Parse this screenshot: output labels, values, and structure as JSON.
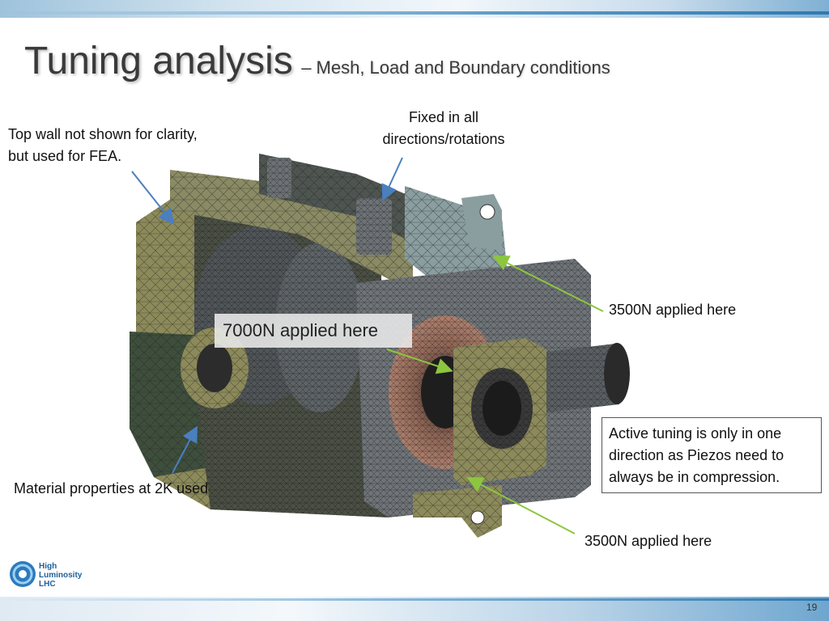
{
  "slide": {
    "title": "Tuning analysis",
    "subtitle": "– Mesh, Load and Boundary conditions",
    "page_number": "19"
  },
  "annotations": {
    "top_wall_line1": "Top wall not shown for clarity,",
    "top_wall_line2": "but used for FEA.",
    "fixed_line1": "Fixed in all",
    "fixed_line2": "directions/rotations",
    "load_top": "3500N applied here",
    "load_center": "7000N applied here",
    "load_bottom": "3500N applied here",
    "material": "Material properties at 2K used",
    "active_tuning": "Active tuning is only in one direction as Piezos need to always be in compression."
  },
  "logo": {
    "line1": "High",
    "line2": "Luminosity",
    "line3": "LHC"
  },
  "colors": {
    "arrow_blue": "#4a7fc0",
    "arrow_green": "#8cc63f",
    "mesh_dark": "#4a4f44",
    "mesh_olive": "#8c8a5a",
    "mesh_green": "#3e4e3c",
    "mesh_grey": "#6f7478",
    "mesh_copper": "#9a6e5e",
    "mesh_light": "#8a9ea0"
  }
}
